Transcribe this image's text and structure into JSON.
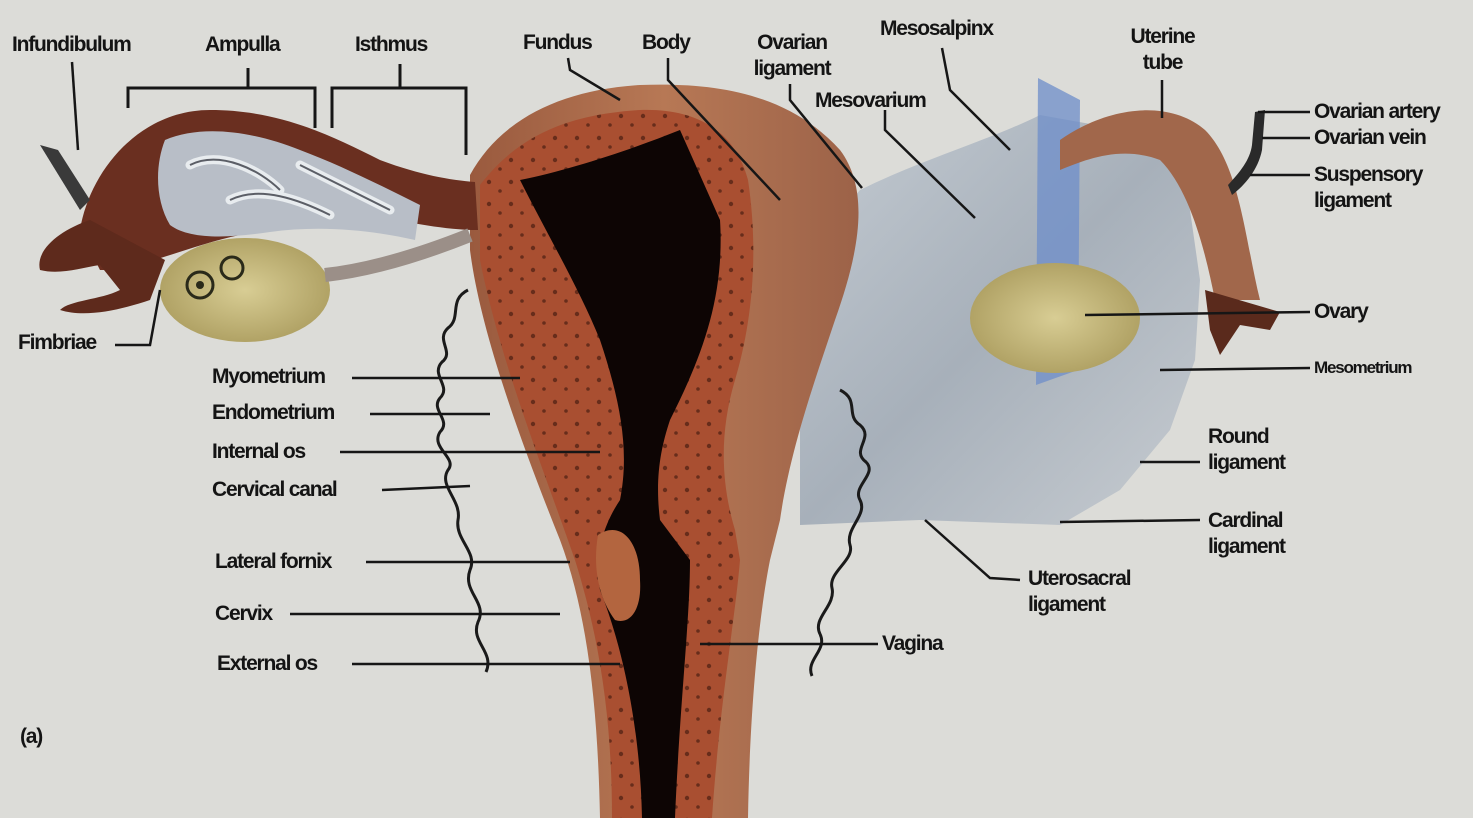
{
  "figure": {
    "panel_label": "(a)",
    "colors": {
      "background": "#dcdcd8",
      "tissue": "#a86848",
      "muscle": "#b0583a",
      "cavity": "#0d0504",
      "ligament": "#aeb6bf",
      "ovary": "#c9bc7e",
      "leader": "#161616"
    },
    "labels": {
      "infundibulum": "Infundibulum",
      "ampulla": "Ampulla",
      "isthmus": "Isthmus",
      "fundus": "Fundus",
      "body": "Body",
      "ovarian_ligament": "Ovarian ligament",
      "mesosalpinx": "Mesosalpinx",
      "mesovarium": "Mesovarium",
      "uterine_tube": "Uterine tube",
      "ovarian_artery": "Ovarian artery",
      "ovarian_vein": "Ovarian vein",
      "suspensory_ligament": "Suspensory ligament",
      "ovary": "Ovary",
      "mesometrium": "Mesometrium",
      "round_ligament": "Round ligament",
      "cardinal_ligament": "Cardinal ligament",
      "uterosacral_ligament": "Uterosacral ligament",
      "vagina": "Vagina",
      "fimbriae": "Fimbriae",
      "myometrium": "Myometrium",
      "endometrium": "Endometrium",
      "internal_os": "Internal os",
      "cervical_canal": "Cervical canal",
      "lateral_fornix": "Lateral fornix",
      "cervix": "Cervix",
      "external_os": "External os"
    }
  }
}
